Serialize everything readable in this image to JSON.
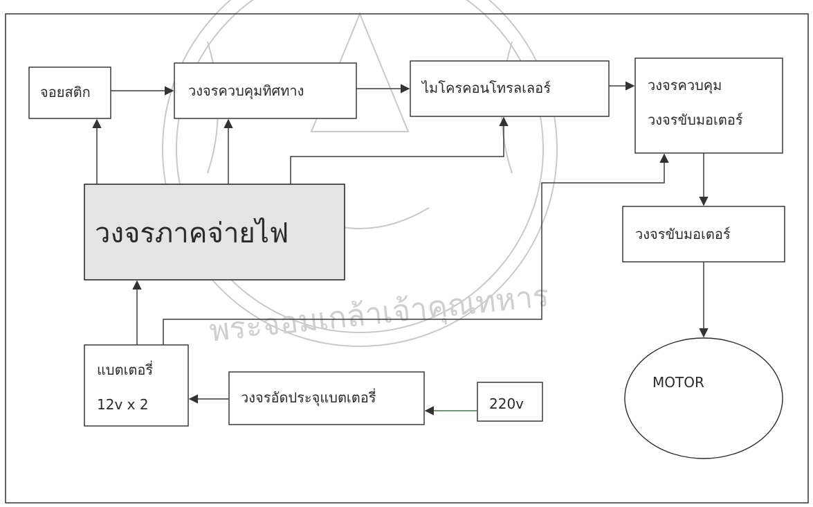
{
  "watermark": {
    "arc_text": "พระจอมเกล้าเจ้าคุณทหาร"
  },
  "blocks": {
    "joystick": "จอยสติก",
    "direction_control": "วงจรควบคุมทิศทาง",
    "microcontroller": "ไมโครคอนโทรลเลอร์",
    "motor_driver_control_line1": "วงจรควบคุม",
    "motor_driver_control_line2": "วงจรขับมอเตอร์",
    "power_supply": "วงจรภาคจ่ายไฟ",
    "motor_driver": "วงจรขับมอเตอร์",
    "battery_line1": "แบตเตอรี่",
    "battery_line2": "12v x 2",
    "charger": "วงจรอัดประจุแบตเตอรี่",
    "ac_input": "220v",
    "motor": "MOTOR"
  }
}
